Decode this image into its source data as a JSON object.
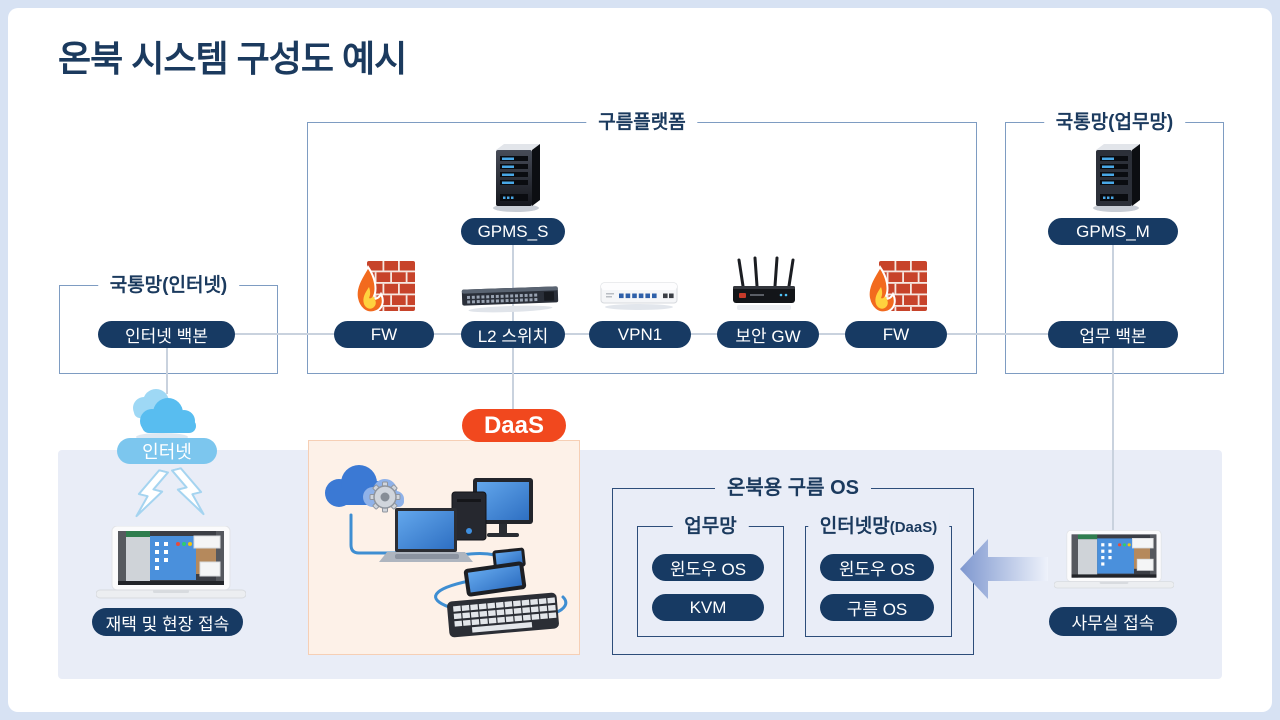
{
  "title": "온북 시스템 구성도 예시",
  "groups": {
    "cloud_platform": {
      "label": "구름플랫폼"
    },
    "gov_internet": {
      "label": "국통망(인터넷)"
    },
    "gov_work": {
      "label": "국통망(업무망)"
    },
    "onbook_os": {
      "label": "온북용 구름 OS"
    },
    "work_net": {
      "label": "업무망"
    },
    "internet_net": {
      "label": "인터넷망",
      "label_suffix": "(DaaS)"
    }
  },
  "nodes": {
    "gpms_s": "GPMS_S",
    "gpms_m": "GPMS_M",
    "internet_backbone": "인터넷 백본",
    "work_backbone": "업무 백본",
    "fw_left": "FW",
    "l2_switch": "L2 스위치",
    "vpn1": "VPN1",
    "security_gw": "보안 GW",
    "fw_right": "FW",
    "internet": "인터넷",
    "home_field_access": "재택 및 현장 접속",
    "office_access": "사무실 접속",
    "daas_badge": "DaaS",
    "work_windows_os": "윈도우 OS",
    "work_kvm": "KVM",
    "daas_windows_os": "윈도우 OS",
    "daas_cloud_os": "구름 OS"
  },
  "icons": {
    "server": "server-icon",
    "firewall": "firewall-icon",
    "l2_switch": "l2-switch-icon",
    "vpn_device": "vpn-device-icon",
    "security_gateway": "security-gateway-router-icon",
    "cloud": "cloud-icon",
    "lightning": "lightning-icon",
    "laptop": "laptop-icon",
    "daas_scene": "daas-devices-illustration",
    "left_arrow": "left-arrow-icon"
  },
  "colors": {
    "page_bg": "#d7e2f3",
    "card_bg": "#ffffff",
    "band_bg": "#e9edf7",
    "navy_text": "#1b3a5e",
    "pill_bg": "#173a63",
    "pill_text": "#ffffff",
    "frame_border_light": "#7e9cc2",
    "frame_border_dark": "#2d4d7a",
    "connector_line": "#c9d2de",
    "daas_badge_bg": "#f1481e",
    "internet_pill_bg": "#7cc6ee",
    "peach_box_bg": "#fdf1e8",
    "peach_box_border": "#f6cfb5",
    "arrow_gradient_from": "#7e97cf",
    "arrow_gradient_to": "#eef2fb"
  }
}
